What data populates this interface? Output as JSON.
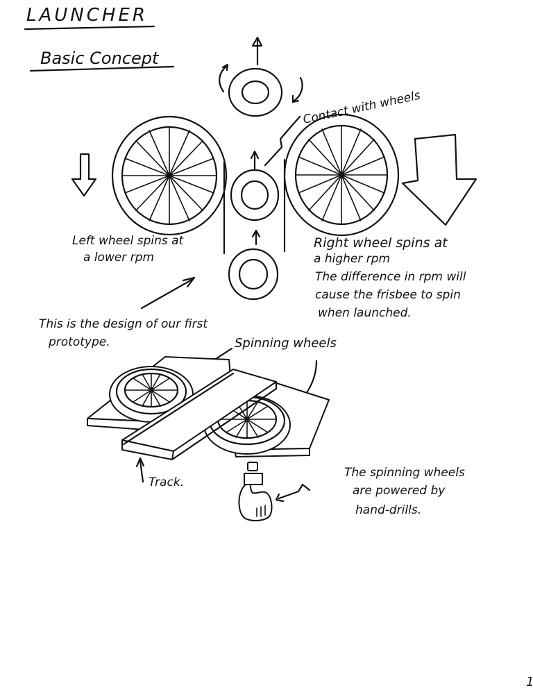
{
  "title": "LAUNCHER",
  "subtitle": "Basic Concept",
  "annotations": {
    "contact": "Contact with wheels",
    "left_wheel_1": "Left wheel spins at",
    "left_wheel_2": "a lower rpm",
    "right_wheel_1": "Right wheel spins at",
    "right_wheel_2": "a higher rpm",
    "difference_1": "The difference in rpm will",
    "difference_2": "cause the frisbee to spin",
    "difference_3": "when launched.",
    "prototype_1": "This is the design of our first",
    "prototype_2": "prototype.",
    "spinning_wheels": "Spinning wheels",
    "track": "Track.",
    "drills_1": "The spinning wheels",
    "drills_2": "are powered by",
    "drills_3": "hand-drills."
  },
  "page_number": "1"
}
